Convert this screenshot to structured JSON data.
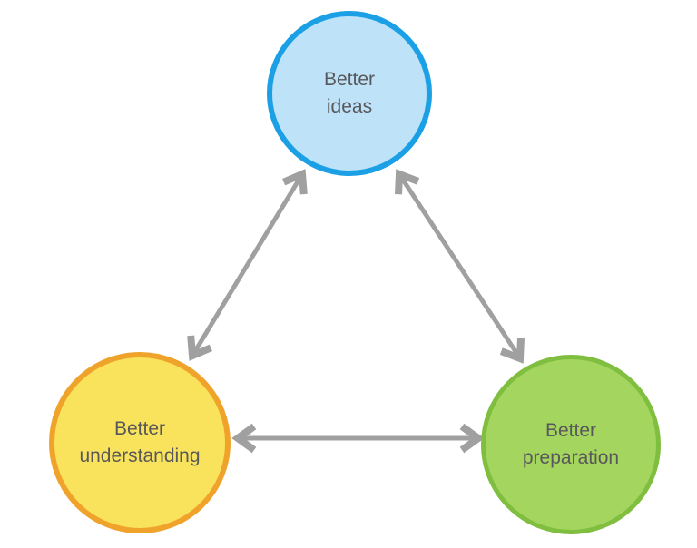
{
  "diagram": {
    "type": "cycle",
    "background_color": "#ffffff",
    "arrow_color": "#A0A0A0",
    "label_color": "#58585B",
    "nodes": [
      {
        "id": "ideas",
        "label": "Better ideas",
        "lines": [
          "Better",
          "ideas"
        ],
        "fill": "#BEE3F8",
        "border": "#1BA0E6"
      },
      {
        "id": "understanding",
        "label": "Better understanding",
        "lines": [
          "Better",
          "understanding"
        ],
        "fill": "#F9E35C",
        "border": "#F0A32B"
      },
      {
        "id": "preparation",
        "label": "Better preparation",
        "lines": [
          "Better",
          "preparation"
        ],
        "fill": "#A4D55E",
        "border": "#7FBE3F"
      }
    ],
    "connectors": [
      {
        "from": "Better ideas",
        "to": "Better understanding",
        "bidirectional": true
      },
      {
        "from": "Better ideas",
        "to": "Better preparation",
        "bidirectional": true
      },
      {
        "from": "Better understanding",
        "to": "Better preparation",
        "bidirectional": true
      }
    ]
  }
}
